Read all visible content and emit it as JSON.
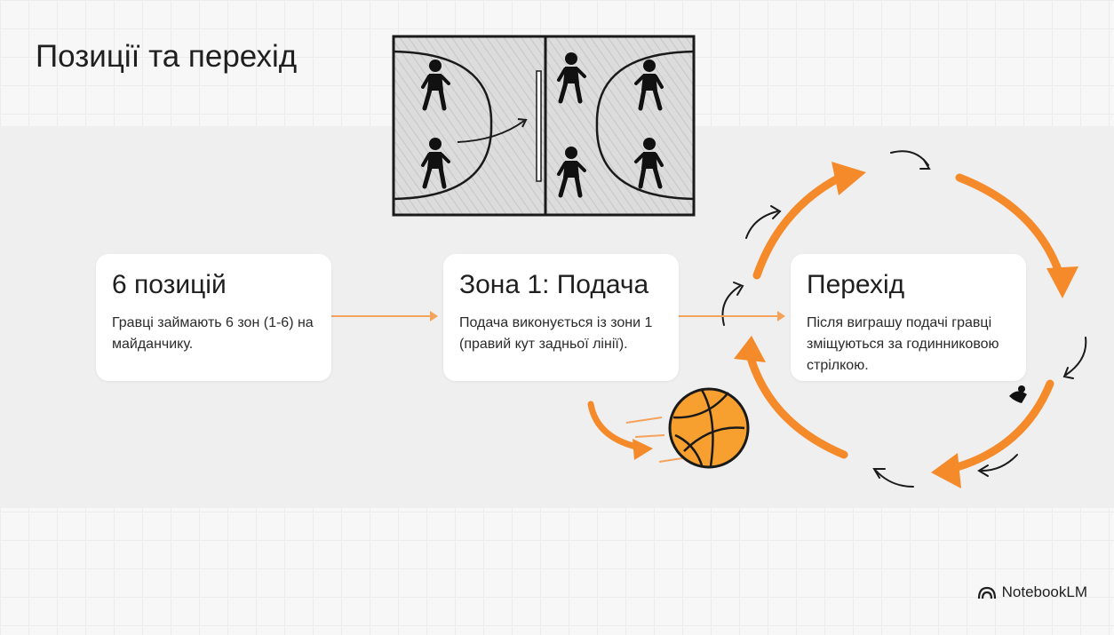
{
  "title": "Позиції та перехід",
  "cards": [
    {
      "heading": "6 позицій",
      "text": "Гравці займають 6 зон (1-6) на майданчику."
    },
    {
      "heading": "Зона 1: Подача",
      "text": "Подача виконується із зони 1 (правий кут задньої лінії)."
    },
    {
      "heading": "Перехід",
      "text": "Після виграшу подачі гравці зміщуються за годинниковою стрілкою."
    }
  ],
  "brand": {
    "name": "NotebookLM",
    "icon": "notebooklm-logo-icon"
  },
  "colors": {
    "accent": "#f5a25a",
    "rotation": "#f58a2a",
    "ink": "#1f1f1f",
    "ball": "#f7a02f"
  },
  "icons": [
    "volleyball-court-illustration",
    "player-icon",
    "volleyball-icon",
    "rotation-arrow-icon"
  ]
}
